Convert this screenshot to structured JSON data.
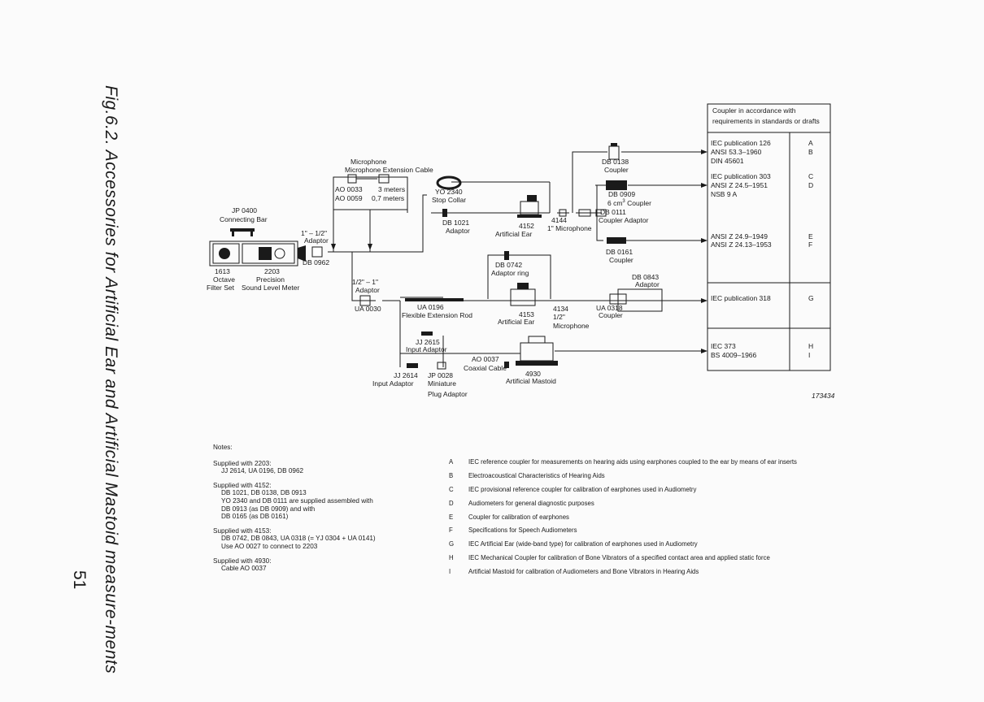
{
  "figure_title": "Fig.6.2. Accessories for Artificial Ear and Artificial Mastoid measure-ments",
  "page_number": "51",
  "figure_ref": "173434",
  "diagram": {
    "microphone_ext_cable": "Microphone Extension Cable",
    "ao0033": "AO 0033",
    "ao0033_len": "3 meters",
    "ao0059": "AO 0059",
    "ao0059_len": "0,7 meters",
    "yo2340": "YO 2340",
    "stop_collar": "Stop Collar",
    "jp0400": "JP 0400",
    "connecting_bar": "Connecting Bar",
    "adaptor_1_half": "1\" – 1/2\"",
    "adaptor_word": "Adaptor",
    "db0962": "DB 0962",
    "n1613": "1613",
    "octave": "Octave",
    "filter_set": "Filter Set",
    "n2203": "2203",
    "precision": "Precision",
    "slm": "Sound Level Meter",
    "db1021": "DB 1021",
    "adaptor_db1021": "Adaptor",
    "n4152": "4152",
    "artificial_ear": "Artificial Ear",
    "n4144": "4144",
    "mic_1in": "1\" Microphone",
    "db0138": "DB 0138",
    "coupler": "Coupler",
    "db0909": "DB 0909",
    "cm3_coupler": "6 cm",
    "cm3_sup": "3",
    "cm3_rest": " Coupler",
    "db0111": "DB 0111",
    "coupler_adaptor": "Coupler Adaptor",
    "db0161": "DB 0161",
    "coupler_db0161": "Coupler",
    "db0742": "DB 0742",
    "adaptor_ring": "Adaptor ring",
    "db0843": "DB 0843",
    "adaptor_db0843": "Adaptor",
    "half_1": "1/2\" – 1\"",
    "adaptor_half_1": "Adaptor",
    "ua0030": "UA 0030",
    "ua0196": "UA 0196",
    "flex_rod": "Flexible Extension Rod",
    "n4153": "4153",
    "artificial_ear_4153": "Artificial Ear",
    "n4134": "4134",
    "mic_half": "1/2\"",
    "microphone": "Microphone",
    "ua0318": "UA 0318",
    "coupler_ua0318": "Coupler",
    "jj2615": "JJ 2615",
    "input_adaptor_2615": "Input Adaptor",
    "ao0037": "AO 0037",
    "coax_cable": "Coaxial Cable",
    "n4930": "4930",
    "artificial_mastoid": "Artificial Mastoid",
    "jj2614": "JJ 2614",
    "input_adaptor_2614": "Input Adaptor",
    "jp0028": "JP 0028",
    "miniature": "Miniature",
    "plug_adaptor": "Plug Adaptor"
  },
  "standards_table": {
    "header_1": "Coupler in accordance with",
    "header_2": "requirements in standards or drafts",
    "rows": [
      {
        "standard": "IEC publication 126",
        "code": "A"
      },
      {
        "standard": "ANSI 53.3–1960",
        "code": "B"
      },
      {
        "standard": "DIN 45601",
        "code": ""
      },
      {
        "standard": "IEC publication 303",
        "code": "C"
      },
      {
        "standard": "ANSI Z 24.5–1951",
        "code": "D"
      },
      {
        "standard": "NSB 9 A",
        "code": ""
      },
      {
        "standard": "ANSI Z 24.9–1949",
        "code": "E"
      },
      {
        "standard": "ANSI Z 24.13–1953",
        "code": "F"
      },
      {
        "standard": "IEC publication 318",
        "code": "G"
      },
      {
        "standard": "IEC 373",
        "code": "H"
      },
      {
        "standard": "BS 4009–1966",
        "code": "I"
      }
    ]
  },
  "notes": {
    "heading": "Notes:",
    "groups": [
      {
        "title": "Supplied with 2203:",
        "lines": [
          "JJ 2614, UA 0196, DB 0962"
        ]
      },
      {
        "title": "Supplied with 4152:",
        "lines": [
          "DB 1021, DB 0138, DB 0913",
          "YO 2340 and DB 0111 are supplied assembled with",
          "DB 0913 (as DB 0909) and with",
          "DB 0165 (as DB 0161)"
        ]
      },
      {
        "title": "Supplied with 4153:",
        "lines": [
          "DB 0742, DB 0843, UA 0318 (= YJ 0304 + UA 0141)",
          "Use AO 0027 to connect to 2203"
        ]
      },
      {
        "title": "Supplied with 4930:",
        "lines": [
          "Cable AO 0037"
        ]
      }
    ]
  },
  "legend": [
    {
      "key": "A",
      "text": "IEC reference coupler for measurements on hearing aids using earphones coupled to the ear by means of ear inserts"
    },
    {
      "key": "B",
      "text": "Electroacoustical Characteristics of Hearing Aids"
    },
    {
      "key": "C",
      "text": "IEC provisional reference coupler for calibration of earphones used in Audiometry"
    },
    {
      "key": "D",
      "text": "Audiometers for general diagnostic purposes"
    },
    {
      "key": "E",
      "text": "Coupler for calibration of earphones"
    },
    {
      "key": "F",
      "text": "Specifications for Speech Audiometers"
    },
    {
      "key": "G",
      "text": "IEC Artificial Ear (wide-band type) for calibration of earphones used in Audiometry"
    },
    {
      "key": "H",
      "text": "IEC Mechanical Coupler for calibration of Bone Vibrators of a specified contact area and applied static force"
    },
    {
      "key": "I",
      "text": "Artificial Mastoid for calibration of Audiometers and Bone Vibrators in Hearing Aids"
    }
  ]
}
